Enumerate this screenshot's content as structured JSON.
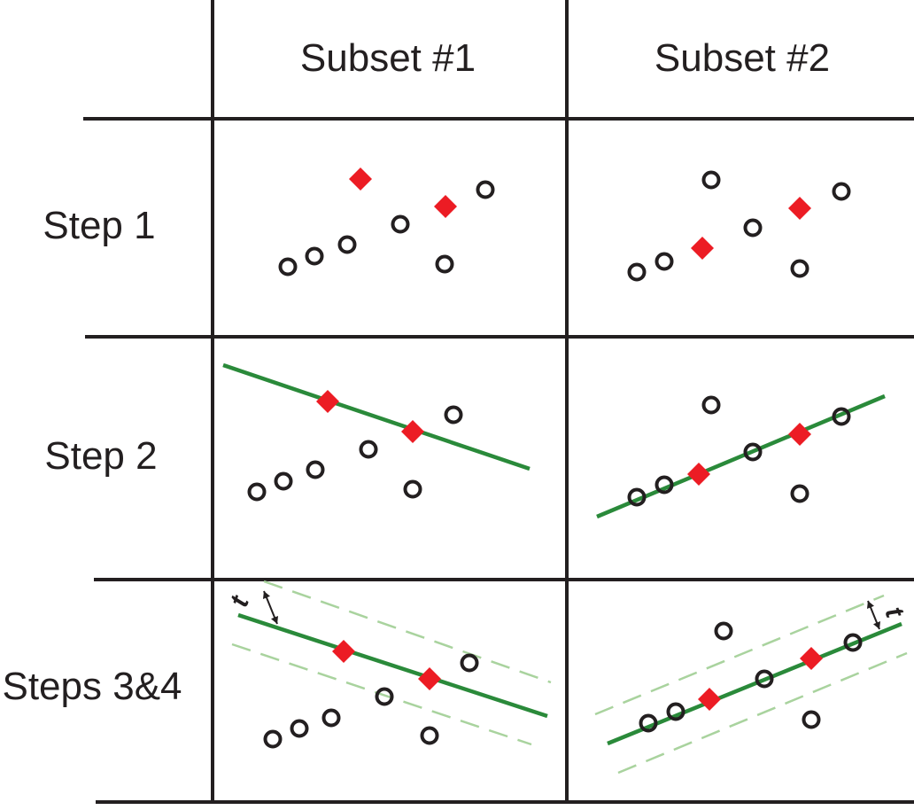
{
  "headers": {
    "columns": [
      "Subset #1",
      "Subset #2"
    ],
    "rows": [
      "Step 1",
      "Step 2",
      "Steps 3&4"
    ]
  },
  "threshold_label": "t",
  "colors": {
    "grid": "#231f20",
    "point": "#231f20",
    "sample": "#ec1c24",
    "fit_line": "#2a8a3a",
    "threshold_line": "#a9d39e"
  }
}
